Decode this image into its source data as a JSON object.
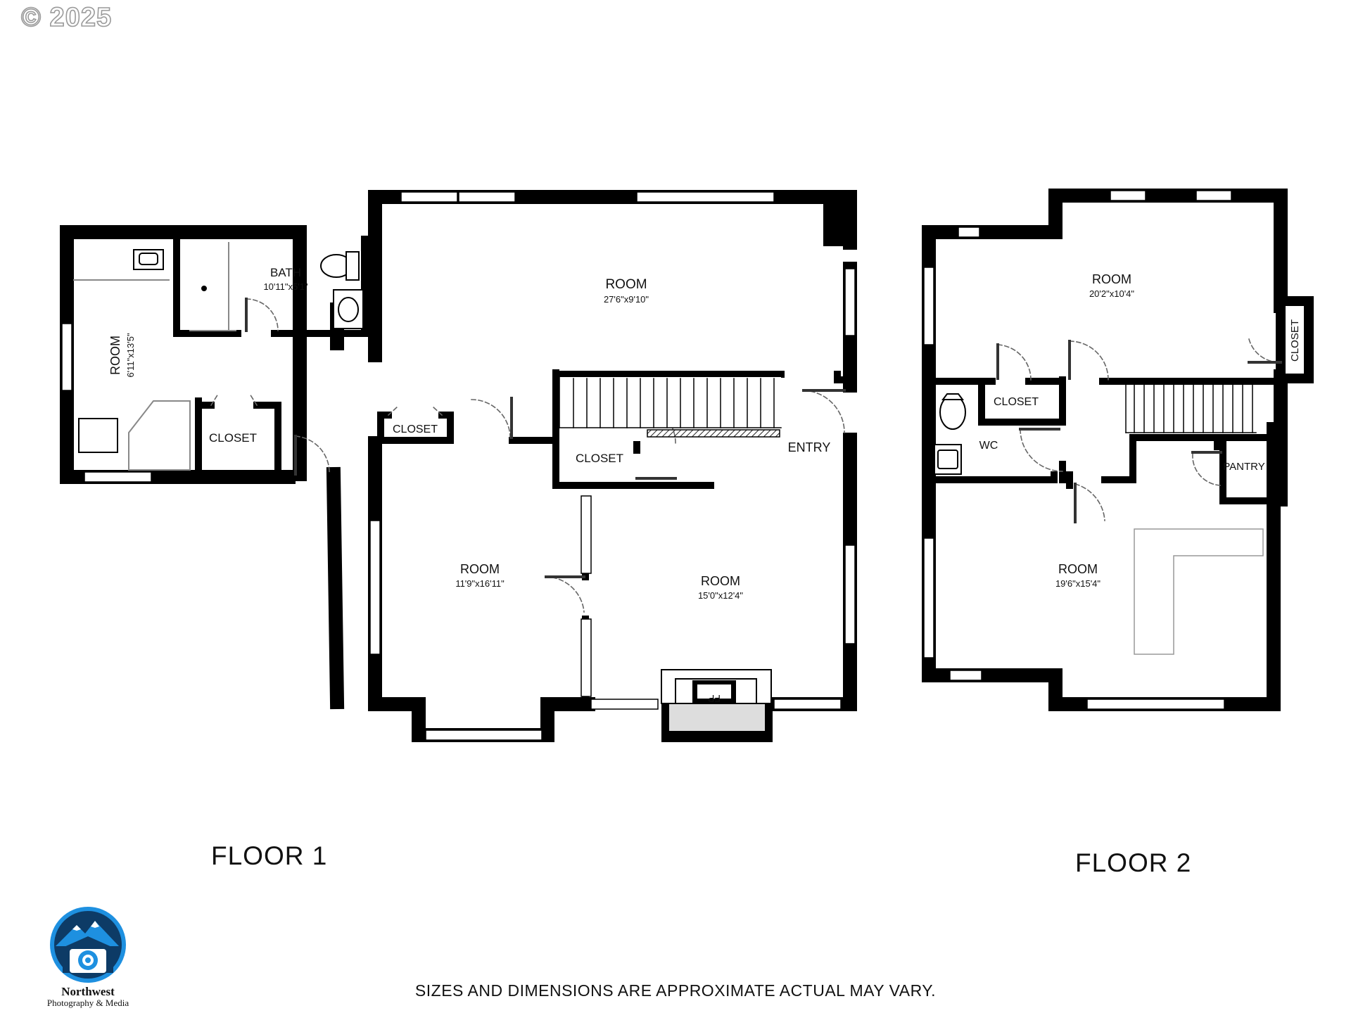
{
  "copyright": "© 2025",
  "floors": [
    {
      "label": "FLOOR 1",
      "rooms": [
        {
          "name": "ROOM",
          "size": "6'11\"x13'5\""
        },
        {
          "name": "BATH",
          "size": "10'11\"x5'1\""
        },
        {
          "name": "ROOM",
          "size": "27'6\"x9'10\""
        },
        {
          "name": "CLOSET"
        },
        {
          "name": "CLOSET"
        },
        {
          "name": "CLOSET"
        },
        {
          "name": "ENTRY"
        },
        {
          "name": "ROOM",
          "size": "11'9\"x16'11\""
        },
        {
          "name": "ROOM",
          "size": "15'0\"x12'4\""
        },
        {
          "name": "FP"
        }
      ]
    },
    {
      "label": "FLOOR 2",
      "rooms": [
        {
          "name": "ROOM",
          "size": "20'2\"x10'4\""
        },
        {
          "name": "CLOSET"
        },
        {
          "name": "CLOSET"
        },
        {
          "name": "WC"
        },
        {
          "name": "PANTRY"
        },
        {
          "name": "ROOM",
          "size": "19'6\"x15'4\""
        }
      ]
    }
  ],
  "disclaimer": "SIZES AND DIMENSIONS ARE APPROXIMATE ACTUAL MAY VARY.",
  "logo": {
    "name": "Northwest",
    "tagline": "Photography & Media",
    "colors": [
      "#1e90e0",
      "#0d3b66",
      "#ffffff"
    ]
  }
}
